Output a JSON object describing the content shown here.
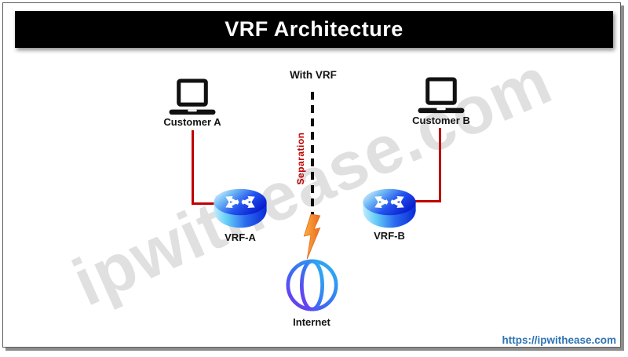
{
  "title_bar": {
    "title": "VRF Architecture"
  },
  "diagram": {
    "with_vrf_label": "With VRF",
    "separation_label": "Separation",
    "customers": [
      {
        "id": "customer-a",
        "label": "Customer A"
      },
      {
        "id": "customer-b",
        "label": "Customer B"
      }
    ],
    "routers": [
      {
        "id": "vrf-a",
        "label": "VRF-A"
      },
      {
        "id": "vrf-b",
        "label": "VRF-B"
      }
    ],
    "internet_label": "Internet"
  },
  "watermark": "ipwithease.com",
  "footer": {
    "url": "https://ipwithease.com"
  },
  "colors": {
    "title_bg": "#000000",
    "title_text": "#ffffff",
    "link_line_red": "#c00000",
    "separation_text_red": "#c00000",
    "dashed_line": "#0d0d0d",
    "url_blue": "#2e74b5",
    "watermark_gray": "#d9d9d9",
    "bolt_orange_light": "#fbaf3f",
    "bolt_orange_dark": "#ed6c1f",
    "router_blue_deep": "#0b2ad6",
    "router_blue_light": "#9adcf8",
    "globe_gradient_start": "#7a2cf0",
    "globe_gradient_end": "#2bb8f0"
  }
}
